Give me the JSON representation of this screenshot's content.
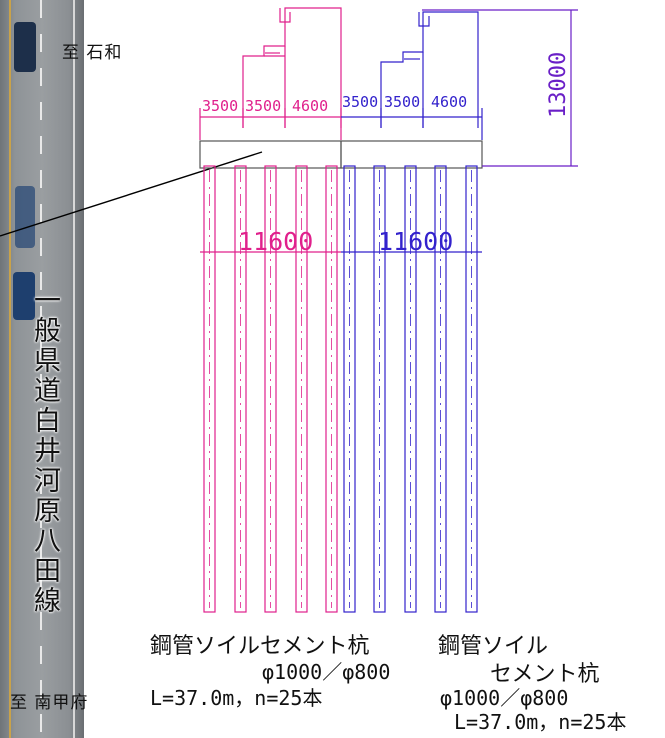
{
  "map": {
    "destination_north": "至 石和",
    "destination_south": "至 南甲府",
    "road_name": "一般県道白井河原八田線"
  },
  "drawing": {
    "dimensions_left": [
      "3500",
      "3500",
      "4600"
    ],
    "dimensions_right": [
      "3500",
      "3500",
      "4600"
    ],
    "width_left": "11600",
    "width_right": "11600",
    "height": "13000",
    "colors": {
      "left_pier": "#e0208c",
      "right_pier": "#3322cc",
      "height_dim": "#6a1fc7"
    }
  },
  "notes": {
    "left_line1": "鋼管ソイルセメント杭",
    "left_line2": "φ1000／φ800",
    "left_line3": "L=37.0m，n=25本",
    "right_line1": "鋼管ソイル",
    "right_line2": "セメント杭",
    "right_line3": "φ1000／φ800",
    "right_line4": "L=37.0m，n=25本"
  }
}
